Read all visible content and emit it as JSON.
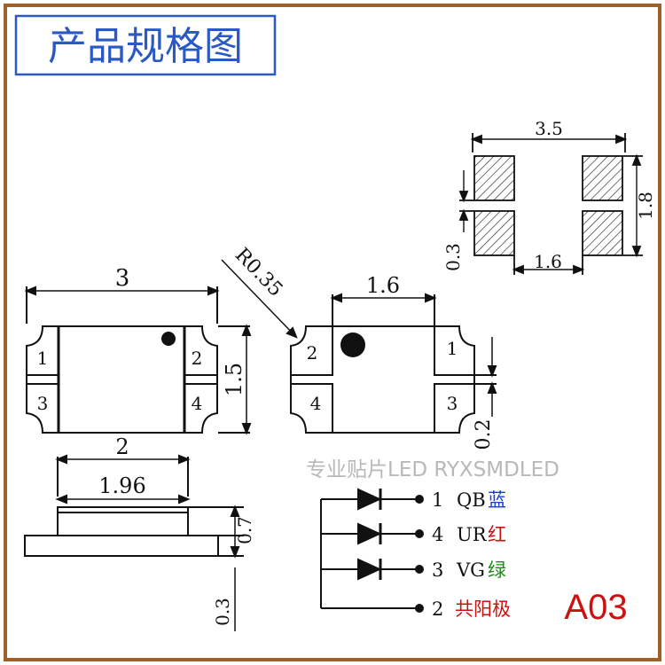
{
  "header": {
    "title": "产品规格图"
  },
  "colors": {
    "frame": "#a0602a",
    "title_text": "#2b59c3",
    "title_box": "#2b59c3",
    "blue": "#1a3dd6",
    "red": "#cc1111",
    "green": "#1d8a1d",
    "ink": "#111111"
  },
  "front_view": {
    "width_label": "3",
    "height_label": "1.5",
    "pads": [
      "1",
      "2",
      "3",
      "4"
    ]
  },
  "back_view": {
    "radius_label": "R0.35",
    "pad_width_label": "1.6",
    "gap_label": "0.2",
    "pads": [
      "2",
      "1",
      "4",
      "3"
    ]
  },
  "side_view": {
    "top_width_label": "2",
    "inner_width_label": "1.96",
    "body_height_label": "0.7",
    "base_height_label": "0.3"
  },
  "footprint": {
    "width_label": "3.5",
    "height_label": "1.8",
    "pad_gap_label": "1.6",
    "pad_height_label": "0.3"
  },
  "watermark": "专业贴片LED RYXSMDLED",
  "schematic": {
    "rows": [
      {
        "num": "1",
        "code": "QB",
        "color_name": "蓝",
        "color_key": "blue"
      },
      {
        "num": "4",
        "code": "UR",
        "color_name": "红",
        "color_key": "red"
      },
      {
        "num": "3",
        "code": "VG",
        "color_name": "绿",
        "color_key": "green"
      }
    ],
    "common": {
      "num": "2",
      "label": "共阳极"
    }
  },
  "model": "A03"
}
